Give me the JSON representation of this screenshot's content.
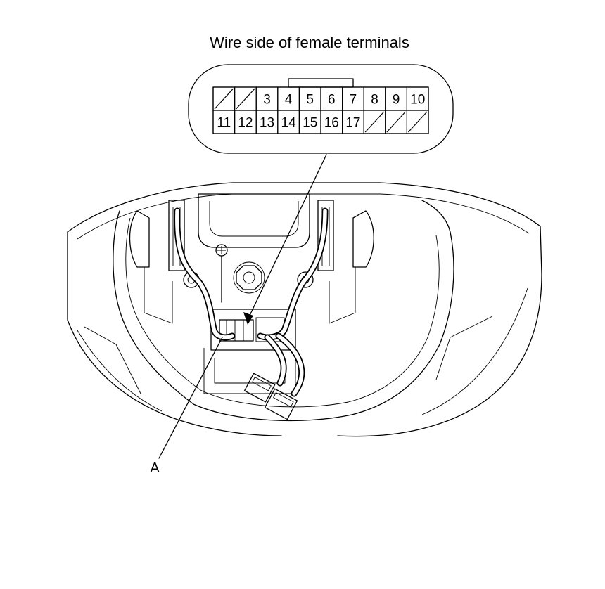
{
  "caption": "Wire side of female terminals",
  "callout_label": "A",
  "connector": {
    "top_row": [
      {
        "label": "",
        "blank": true
      },
      {
        "label": "",
        "blank": true
      },
      {
        "label": "3",
        "blank": false
      },
      {
        "label": "4",
        "blank": false
      },
      {
        "label": "5",
        "blank": false
      },
      {
        "label": "6",
        "blank": false
      },
      {
        "label": "7",
        "blank": false
      },
      {
        "label": "8",
        "blank": false
      },
      {
        "label": "9",
        "blank": false
      },
      {
        "label": "10",
        "blank": false
      }
    ],
    "bottom_row": [
      {
        "label": "11",
        "blank": false
      },
      {
        "label": "12",
        "blank": false
      },
      {
        "label": "13",
        "blank": false
      },
      {
        "label": "14",
        "blank": false
      },
      {
        "label": "15",
        "blank": false
      },
      {
        "label": "16",
        "blank": false
      },
      {
        "label": "17",
        "blank": false
      },
      {
        "label": "",
        "blank": true
      },
      {
        "label": "",
        "blank": true
      },
      {
        "label": "",
        "blank": true
      }
    ]
  }
}
